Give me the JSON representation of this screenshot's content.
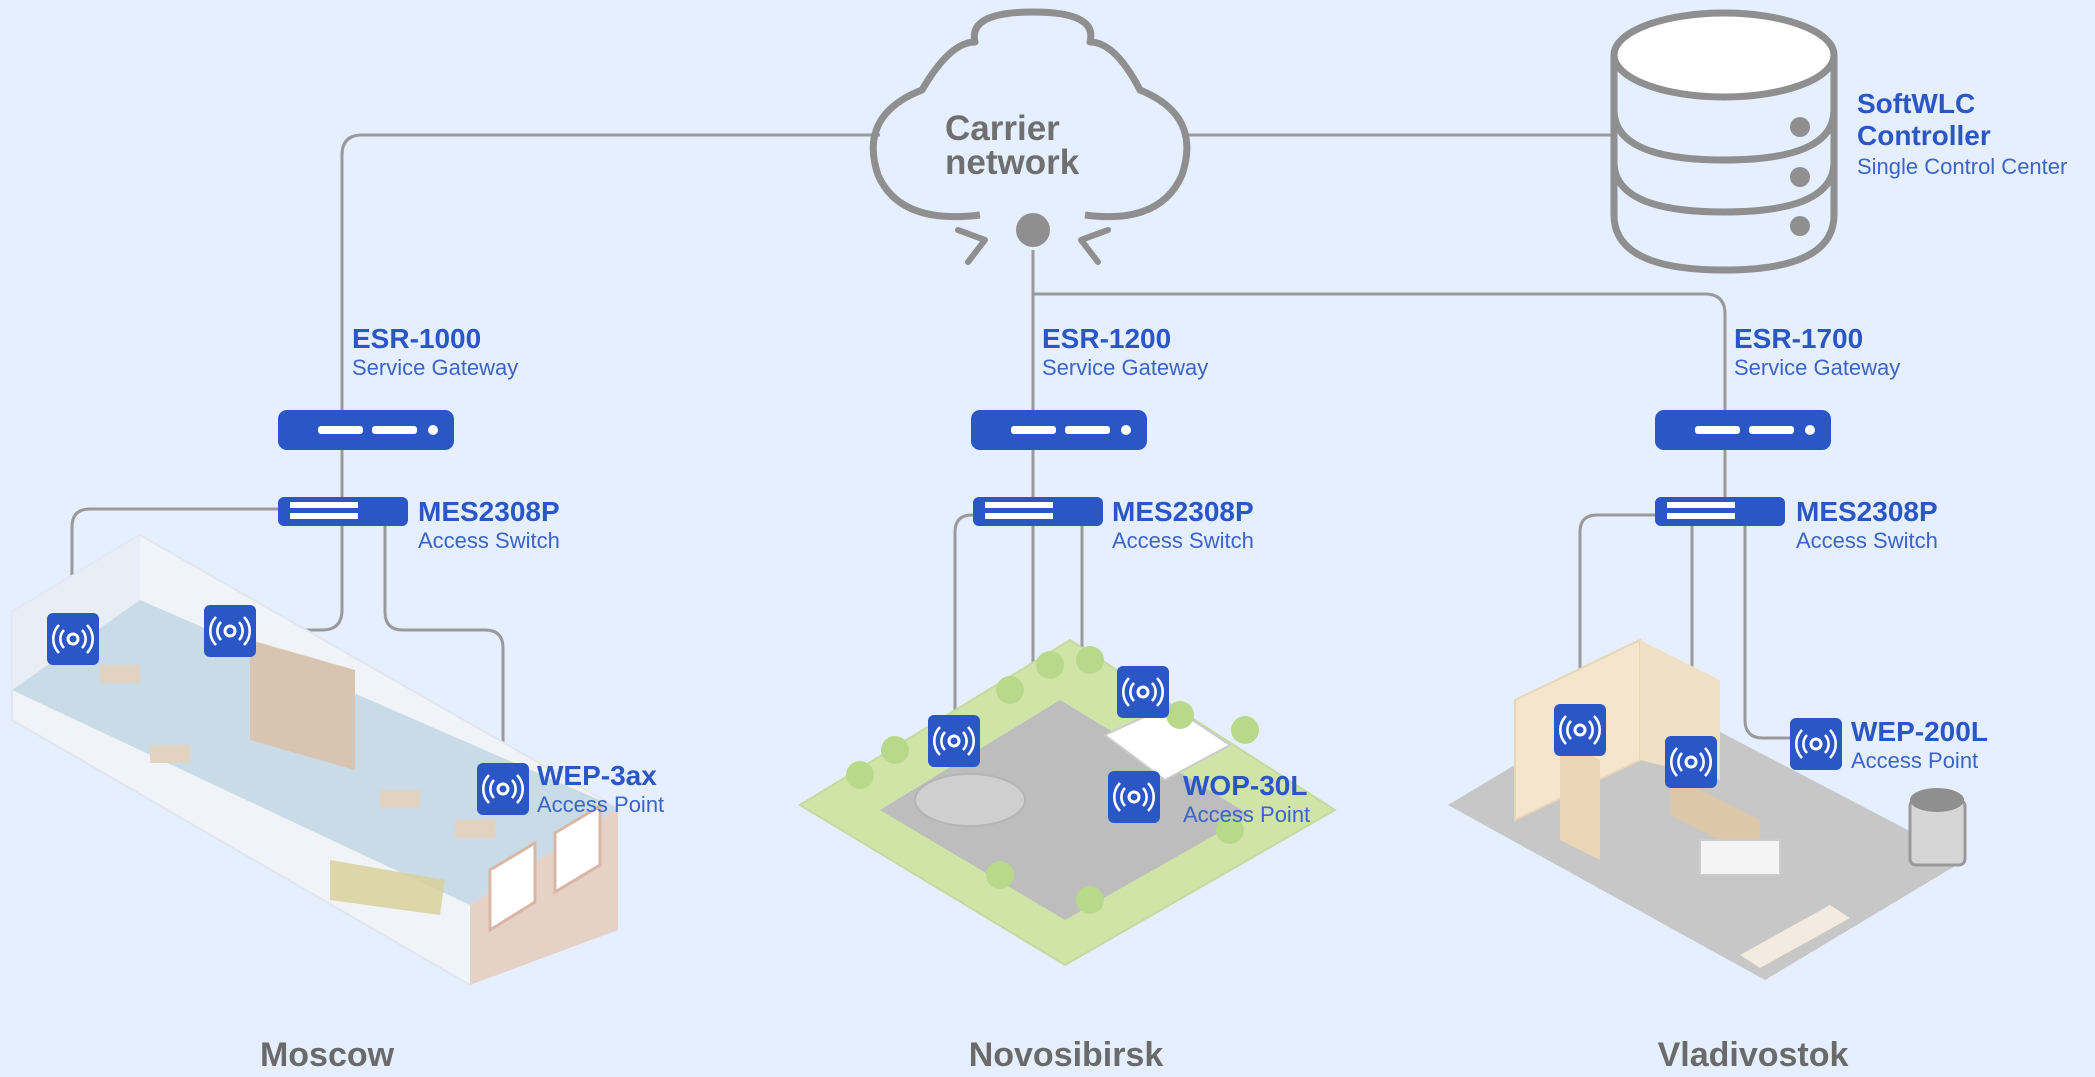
{
  "cloud": {
    "line1": "Carrier",
    "line2": "network"
  },
  "controller": {
    "name_line1": "SoftWLC",
    "name_line2": "Controller",
    "role": "Single Control Center"
  },
  "gateways": [
    {
      "name": "ESR-1000",
      "role": "Service Gateway"
    },
    {
      "name": "ESR-1200",
      "role": "Service Gateway"
    },
    {
      "name": "ESR-1700",
      "role": "Service Gateway"
    }
  ],
  "switches": [
    {
      "name": "MES2308P",
      "role": "Access Switch"
    },
    {
      "name": "MES2308P",
      "role": "Access Switch"
    },
    {
      "name": "MES2308P",
      "role": "Access Switch"
    }
  ],
  "access_points": [
    {
      "name": "WEP-3ax",
      "role": "Access Point"
    },
    {
      "name": "WOP-30L",
      "role": "Access Point"
    },
    {
      "name": "WEP-200L",
      "role": "Access Point"
    }
  ],
  "cities": [
    "Moscow",
    "Novosibirsk",
    "Vladivostok"
  ],
  "colors": {
    "background": "#e6efff",
    "device_blue": "#2a56c6",
    "line_gray": "#9a9a9a",
    "outline_gray": "#8f8f8f"
  },
  "icons": {
    "cloud": "cloud-icon",
    "database": "database-icon",
    "gateway": "router-icon",
    "switch": "switch-icon",
    "ap": "wifi-ap-icon"
  }
}
